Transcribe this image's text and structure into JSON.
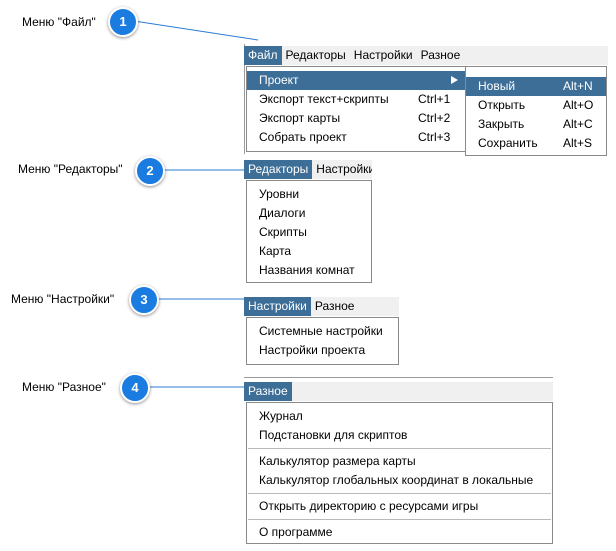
{
  "callouts": [
    {
      "label": "Меню \"Файл\"",
      "number": "1"
    },
    {
      "label": "Меню \"Редакторы\"",
      "number": "2"
    },
    {
      "label": "Меню \"Настройки\"",
      "number": "3"
    },
    {
      "label": "Меню \"Разное\"",
      "number": "4"
    }
  ],
  "accent_color": "#3d6e97",
  "badge_color": "#1a7be0",
  "file_section": {
    "menubar": [
      "Файл",
      "Редакторы",
      "Настройки",
      "Разное"
    ],
    "menu": [
      {
        "label": "Проект",
        "shortcut": ""
      },
      {
        "label": "Экспорт текст+скрипты",
        "shortcut": "Ctrl+1"
      },
      {
        "label": "Экспорт карты",
        "shortcut": "Ctrl+2"
      },
      {
        "label": "Собрать проект",
        "shortcut": "Ctrl+3"
      }
    ],
    "submenu": [
      {
        "label": "Новый",
        "shortcut": "Alt+N"
      },
      {
        "label": "Открыть",
        "shortcut": "Alt+O"
      },
      {
        "label": "Закрыть",
        "shortcut": "Alt+C"
      },
      {
        "label": "Сохранить",
        "shortcut": "Alt+S"
      }
    ]
  },
  "editors_section": {
    "menubar": [
      "Редакторы",
      "Настройки"
    ],
    "menu": [
      "Уровни",
      "Диалоги",
      "Скрипты",
      "Карта",
      "Названия комнат"
    ]
  },
  "settings_section": {
    "menubar": [
      "Настройки",
      "Разное"
    ],
    "menu": [
      "Системные настройки",
      "Настройки проекта"
    ]
  },
  "misc_section": {
    "menubar": [
      "Разное"
    ],
    "menu": [
      "Журнал",
      "Подстановки для скриптов",
      "Калькулятор размера карты",
      "Калькулятор глобальных координат в локальные",
      "Открыть директорию с ресурсами игры",
      "О программе"
    ]
  }
}
